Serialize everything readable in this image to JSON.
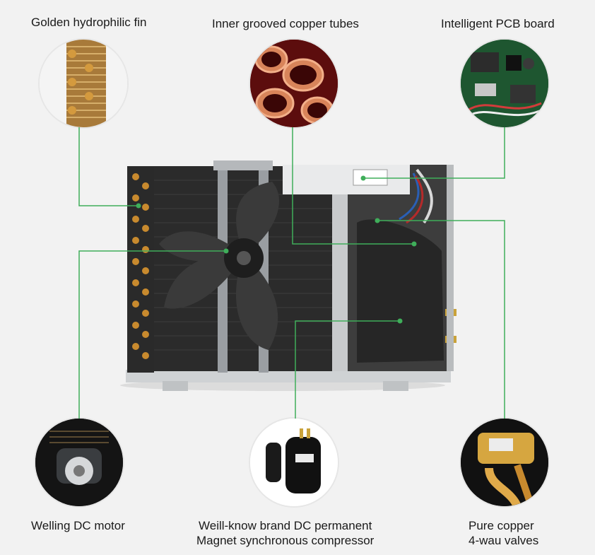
{
  "labels": {
    "fin": "Golden hydrophilic fin",
    "tubes": "Inner grooved copper tubes",
    "pcb": "Intelligent PCB board",
    "motor": "Welling DC motor",
    "compressor_line1": "Weill-know brand DC permanent",
    "compressor_line2": "Magnet synchronous compressor",
    "valves_line1": "Pure copper",
    "valves_line2": "4-wau valves"
  },
  "colors": {
    "leader_line": "#3fae5a",
    "background": "#f2f2f2"
  }
}
